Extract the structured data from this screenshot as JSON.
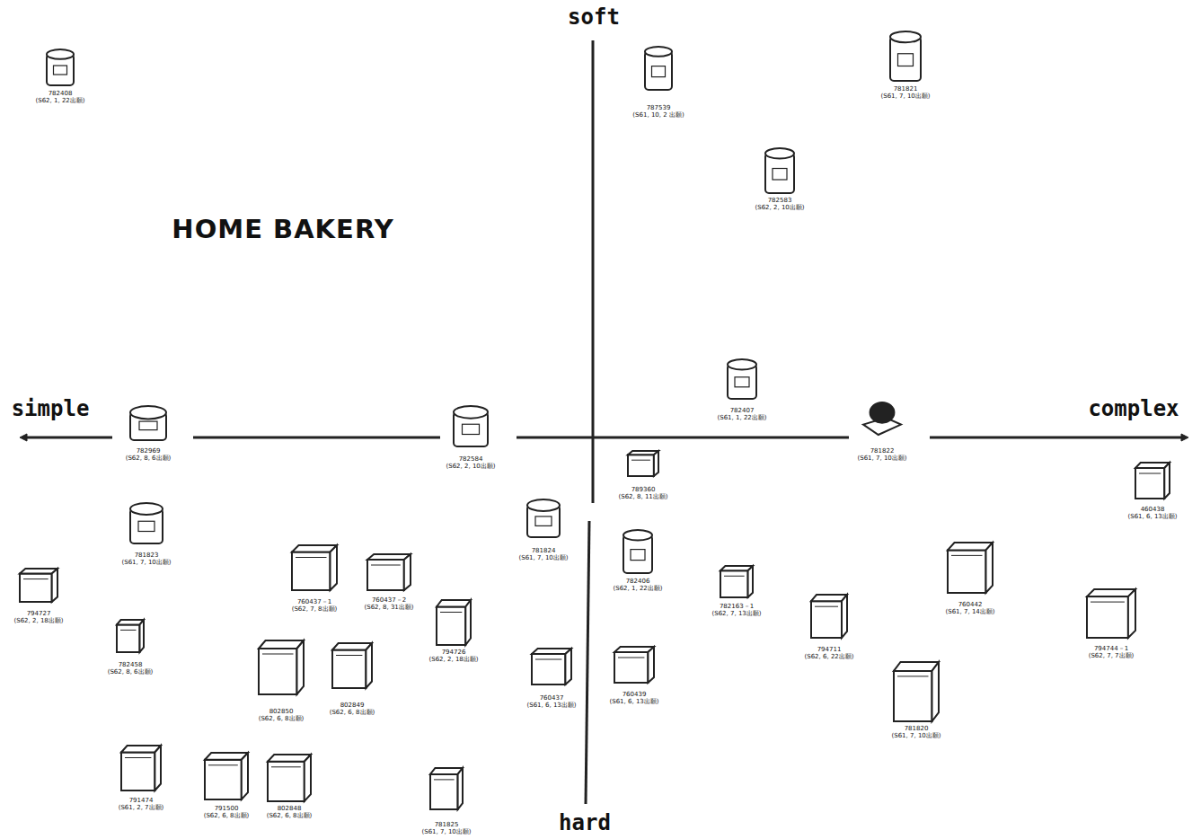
{
  "diagram": {
    "title": "HOME BAKERY",
    "labels": [
      "soft",
      "hard",
      "simple",
      "complex",
      "782408",
      "(S62, 1, 22出願)",
      "787539",
      "(S61, 10, 2 出願)",
      "781821",
      "(S61, 7, 10出願)",
      "782583",
      "(S62, 2, 10出願)",
      "782407",
      "(S61, 1, 22出願)",
      "781822",
      "(S61, 7, 10出願)",
      "782584",
      "(S62, 2, 10出願)",
      "782969",
      "(S62, 8, 6出願)",
      "460438",
      "(S61, 6, 13出願)",
      "789360",
      "(S62, 8, 11出願)",
      "781824",
      "(S61, 7, 10出願)",
      "781823",
      "(S61, 7, 10出願)",
      "782406",
      "(S62, 1, 22出願)",
      "794727",
      "(S62, 2, 18出願)",
      "760437－1",
      "(S62, 7, 8出願)",
      "760437－2",
      "(S62, 8, 31出願)",
      "782163－1",
      "(S62, 7, 13出願)",
      "794711",
      "(S62, 6, 22出願)",
      "760442",
      "(S61, 7, 14出願)",
      "794744－1",
      "(S62, 7, 7出願)",
      "794726",
      "(S62, 2, 18出願)",
      "782458",
      "(S62, 8, 6出願)",
      "802850",
      "(S62, 6, 8出願)",
      "802849",
      "(S62, 6, 8出願)",
      "760437",
      "(S61, 6, 13出願)",
      "760439",
      "(S61, 6, 13出願)",
      "781820",
      "(S61, 7, 10出願)",
      "791474",
      "(S61, 2, 7出願)",
      "791500",
      "(S62, 6, 8出願)",
      "802848",
      "(S62, 6, 8出願)",
      "781825",
      "(S61, 7, 10出願)"
    ]
  }
}
